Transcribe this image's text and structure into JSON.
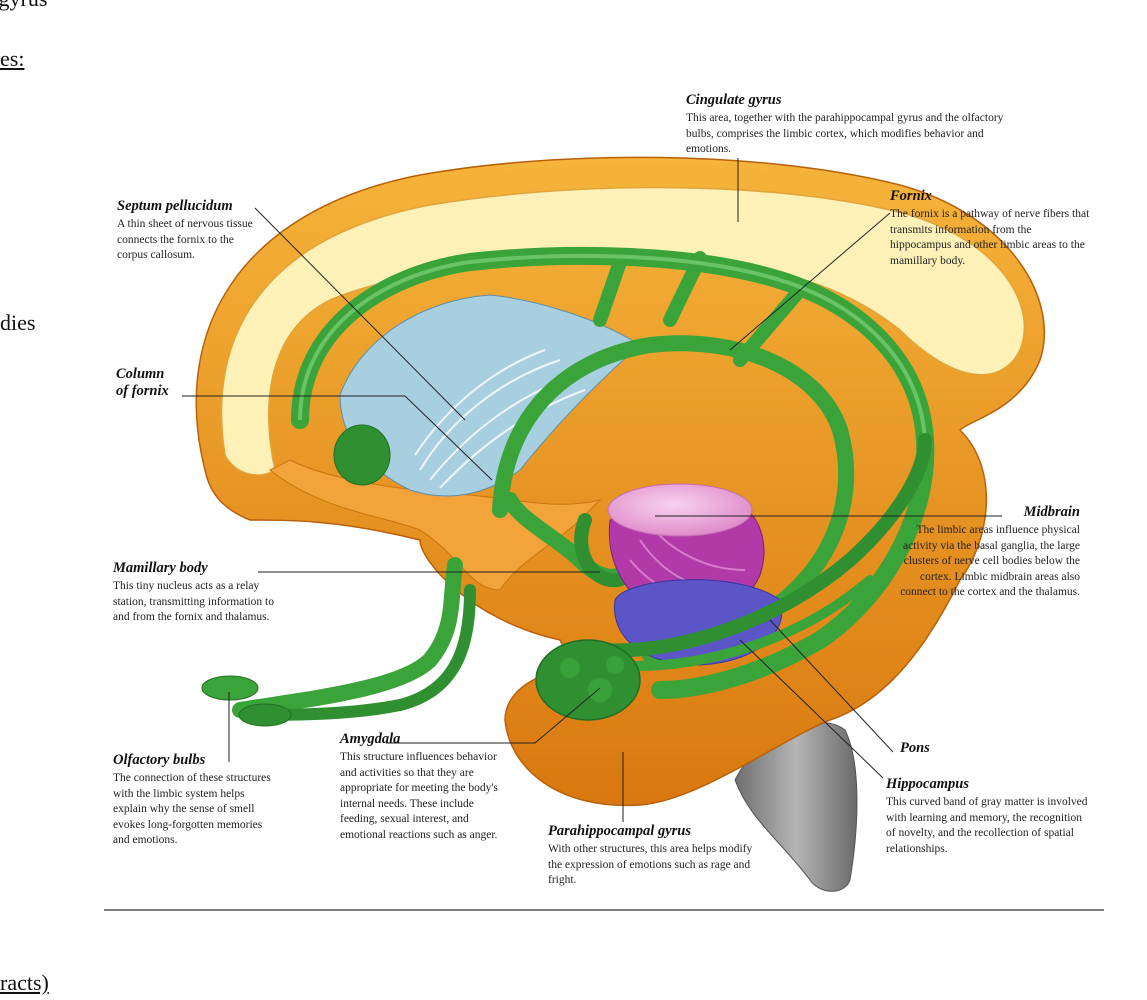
{
  "page_fragments": {
    "top_gyrus": "n gyrus",
    "top_es": "es:",
    "mid_dies": "dies",
    "bottom_tracts": "racts)"
  },
  "colors": {
    "cortex_cream": "#fdf1b8",
    "cortex_orange": "#f0a226",
    "cortex_deep": "#d9780f",
    "limbic_green": "#3aa43a",
    "limbic_dark_green": "#1f6f22",
    "septum_blue": "#a8cfe0",
    "midbrain_pink": "#f2b3e0",
    "midbrain_magenta": "#b23aa8",
    "pons_blue": "#5b55c8",
    "brainstem_gray": "#8a8a8a"
  },
  "labels": {
    "cingulate": {
      "title": "Cingulate gyrus",
      "desc": "This area, together with the parahippocampal gyrus and the olfactory bulbs, comprises the limbic cortex, which modifies behavior and emotions."
    },
    "fornix": {
      "title": "Fornix",
      "desc": "The fornix is a pathway of nerve fibers that transmits information from the hippocampus and other limbic areas to the mamillary body."
    },
    "septum": {
      "title": "Septum pellucidum",
      "desc": "A thin sheet of nervous tissue connects the fornix to the corpus callosum."
    },
    "column": {
      "title": "Column\nof fornix",
      "desc": ""
    },
    "midbrain": {
      "title": "Midbrain",
      "desc": "The limbic areas influence physical activity via the basal ganglia, the large clusters of nerve cell bodies below the cortex. Limbic midbrain areas also connect to the cortex and the thalamus."
    },
    "mamillary": {
      "title": "Mamillary body",
      "desc": "This tiny nucleus acts as a relay station, transmitting information to and from the fornix and thalamus."
    },
    "pons": {
      "title": "Pons",
      "desc": ""
    },
    "olfactory": {
      "title": "Olfactory bulbs",
      "desc": "The connection of these structures with the limbic system helps explain why the sense of smell evokes long-forgotten memories and emotions."
    },
    "amygdala": {
      "title": "Amygdala",
      "desc": "This structure influences behavior and activities so that they are appropriate for meeting the body's internal needs. These include feeding, sexual interest, and emotional reactions such as anger."
    },
    "parahippocampal": {
      "title": "Parahippocampal gyrus",
      "desc": "With other structures, this area helps modify the expression of emotions such as rage and fright."
    },
    "hippocampus": {
      "title": "Hippocampus",
      "desc": "This curved band of gray matter is involved with learning and memory, the recognition of novelty, and the recollection of spatial relationships."
    }
  }
}
